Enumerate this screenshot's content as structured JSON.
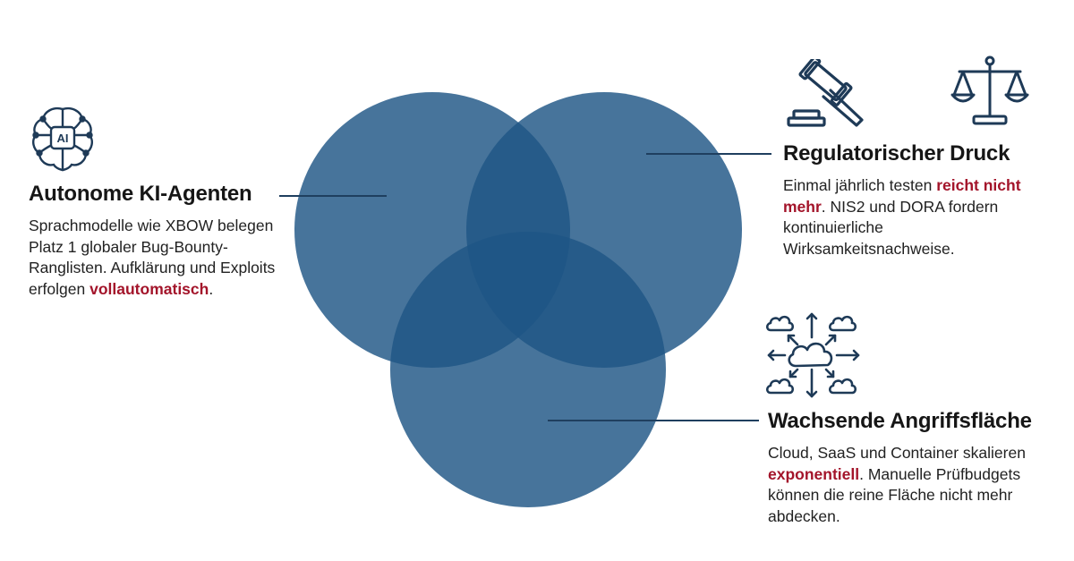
{
  "colors": {
    "circle": "#1f5585",
    "highlight": "#a3142a",
    "line": "#1f3f5f",
    "icon": "#1e3a57"
  },
  "agents": {
    "icon": "ai-brain-icon",
    "title": "Autonome KI-Agenten",
    "body_pre": "Sprachmodelle wie XBOW belegen Platz 1 globaler Bug-Bounty-Ranglisten. Aufklärung und Exploits erfolgen ",
    "highlight": "vollautomatisch",
    "body_post": "."
  },
  "regulation": {
    "icons": [
      "gavel-icon",
      "scales-icon"
    ],
    "title": "Regulatorischer Druck",
    "body_pre": "Einmal jährlich testen ",
    "highlight": "reicht nicht mehr",
    "body_post": ". NIS2 und DORA fordern kontinuierliche Wirksamkeitsnachweise."
  },
  "attack_surface": {
    "icon": "cloud-network-icon",
    "title": "Wachsende Angriffsfläche",
    "body_pre": "Cloud, SaaS und Container skalieren ",
    "highlight": "exponentiell",
    "body_post": ". Manuelle Prüfbudgets können die reine Fläche nicht mehr abdecken."
  }
}
